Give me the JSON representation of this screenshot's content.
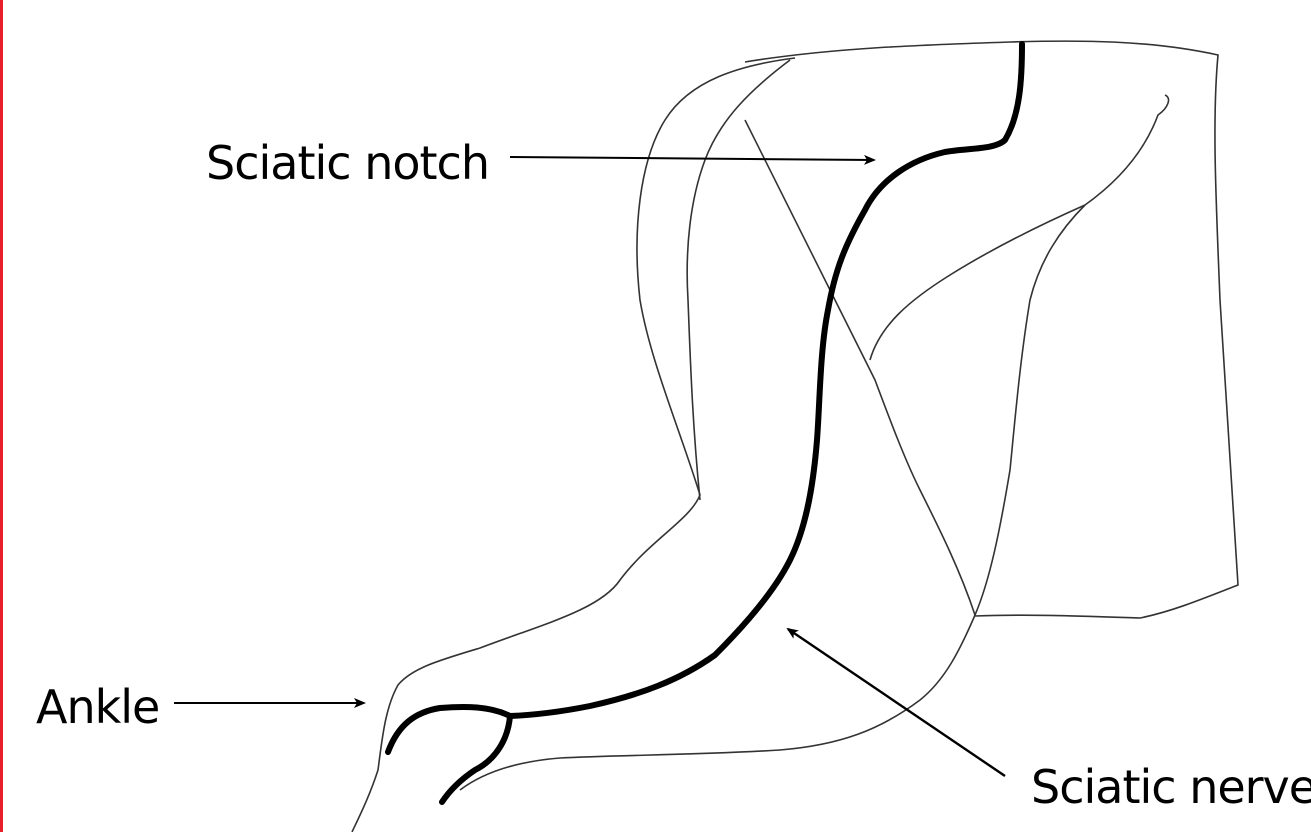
{
  "colors": {
    "border": "#e8202a",
    "outline": "#333333",
    "nerve": "#000000",
    "arrow": "#000000"
  },
  "labels": {
    "sciatic_notch": "Sciatic notch",
    "ankle": "Ankle",
    "sciatic_nerve": "Sciatic nerve"
  }
}
